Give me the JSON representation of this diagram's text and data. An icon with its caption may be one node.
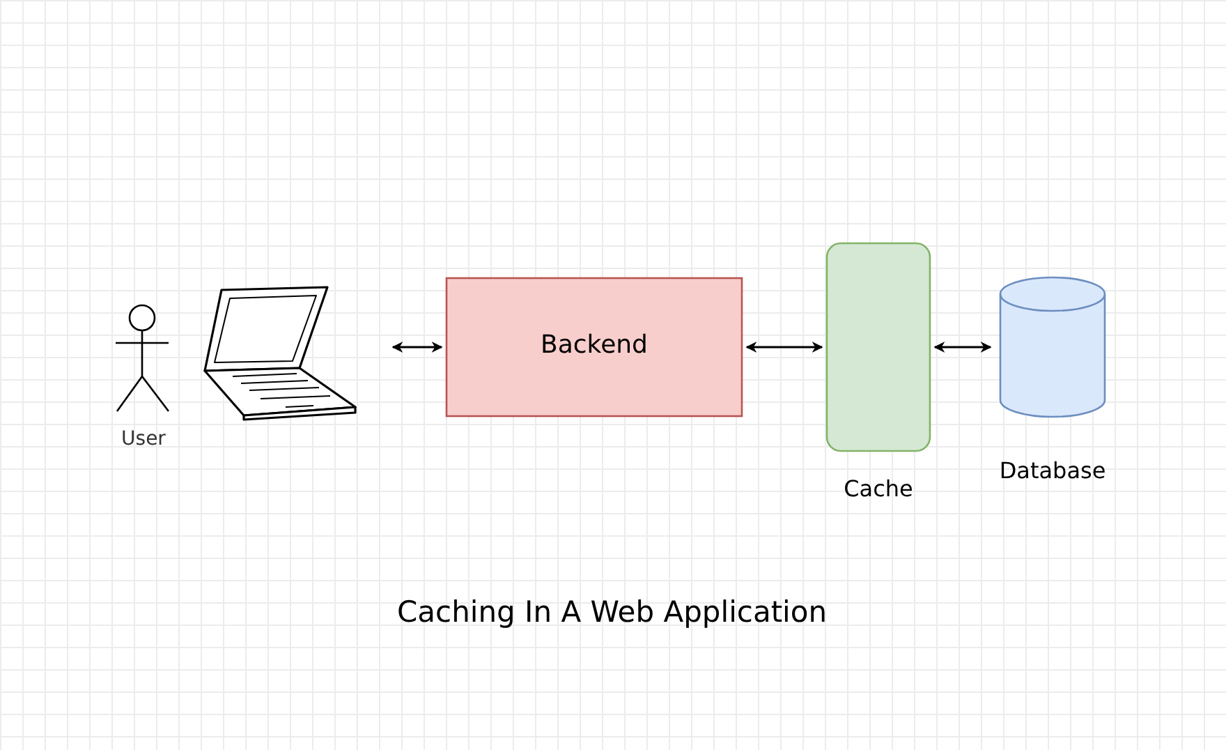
{
  "diagram": {
    "caption": "Caching In A Web Application",
    "nodes": [
      {
        "text": [],
        "shape": "person",
        "beside": [
          "User"
        ]
      },
      {
        "text": [],
        "shape": "picture"
      },
      {
        "text": [
          "Backend"
        ]
      },
      {
        "text": [
          "Cache"
        ]
      },
      {
        "text": [
          "Database"
        ]
      }
    ],
    "edges": [
      {
        "from": 1,
        "to": 2,
        "arrow": "both"
      },
      {
        "from": 2,
        "to": 3,
        "arrow": "both"
      },
      {
        "from": 3,
        "to": 4,
        "arrow": "both"
      }
    ]
  }
}
